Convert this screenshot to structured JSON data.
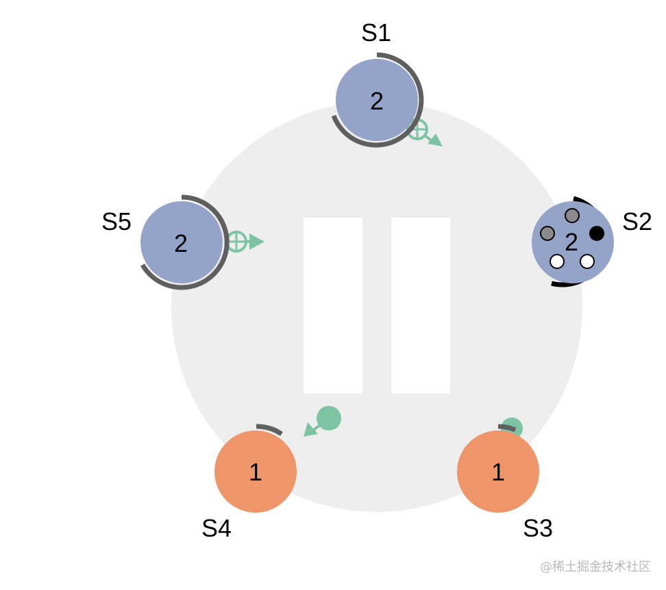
{
  "colors": {
    "ring": "#eeeeee",
    "follower": "#94a3c8",
    "candidate_or_stale": "#ee9569",
    "arc": "#5f5f5f",
    "leader_arc": "#000000",
    "message": "#7cc4a4",
    "pause_bar": "#ffffff"
  },
  "servers": [
    {
      "id": "s1",
      "label": "S1",
      "term": "2",
      "state": "follower"
    },
    {
      "id": "s2",
      "label": "S2",
      "term": "2",
      "state": "leader"
    },
    {
      "id": "s3",
      "label": "S3",
      "term": "1",
      "state": "stale"
    },
    {
      "id": "s4",
      "label": "S4",
      "term": "1",
      "state": "stale"
    },
    {
      "id": "s5",
      "label": "S5",
      "term": "2",
      "state": "follower"
    }
  ],
  "watermark": "@稀土掘金技术社区"
}
